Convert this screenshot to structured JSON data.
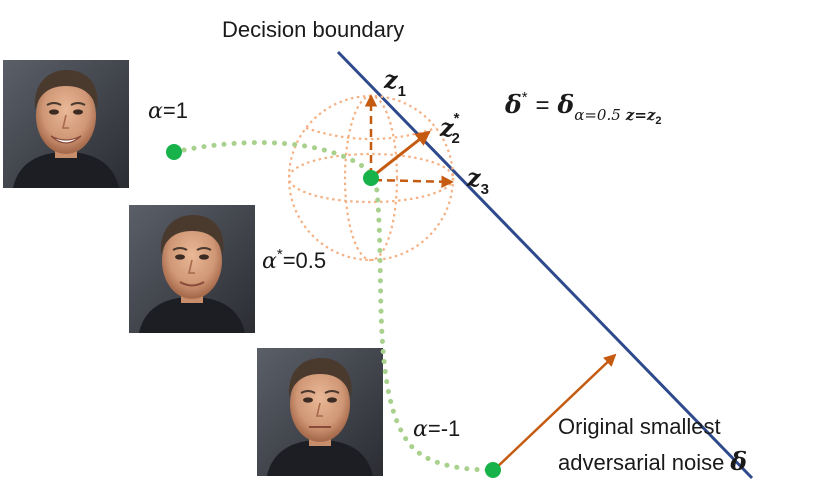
{
  "labels": {
    "boundary": "Decision boundary",
    "alpha_top": {
      "sym": "α",
      "rest": "=1"
    },
    "alpha_mid": {
      "sym": "α",
      "sup": "*",
      "rest": "=0.5"
    },
    "alpha_bot": {
      "sym": "α",
      "rest": "=-1"
    },
    "z1": {
      "base": "z",
      "sub": "1"
    },
    "z2": {
      "base": "z",
      "sub": "2",
      "sup": "*"
    },
    "z3": {
      "base": "z",
      "sub": "3"
    },
    "formula": {
      "lhs": "δ",
      "lhs_sup": "*",
      "eq": "=",
      "rhs": "δ",
      "sub_a": "α=0.5",
      "sub_b": "z=z",
      "sub_b_sub": "2"
    },
    "noise_line1": "Original smallest",
    "noise_line2": "adversarial noise",
    "noise_sym": "δ"
  },
  "colors": {
    "boundary": "#2e4a8c",
    "arrow": "#c55a11",
    "sphere": "#f4b183",
    "path": "#a9d18e",
    "point": "#17b24a"
  },
  "icons": [
    "face-photo-smiling",
    "face-photo-neutral",
    "face-photo-serious"
  ]
}
